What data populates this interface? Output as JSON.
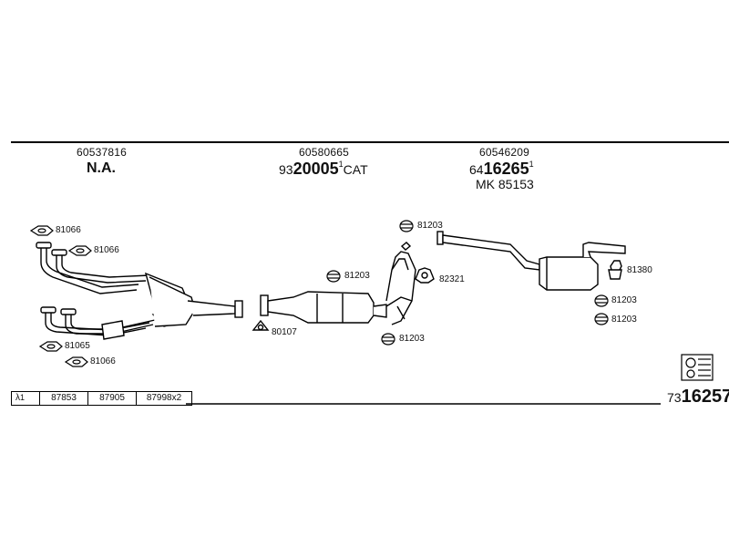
{
  "sections": [
    {
      "part_number": "60537816",
      "label": "N.A."
    },
    {
      "part_number": "60580665",
      "code_prefix": "93",
      "code_main": "20005",
      "code_sup": "1",
      "code_suffix": "CAT"
    },
    {
      "part_number": "60546209",
      "code_prefix": "64",
      "code_main": "16265",
      "code_sup": "1",
      "extra_label": "MK  85153"
    }
  ],
  "part_labels": {
    "gasket_a1": "81066",
    "gasket_a2": "81066",
    "gasket_b1": "81065",
    "gasket_b2": "81066",
    "gasket_cat": "80107",
    "clamp_top": "81203",
    "clamp_mid": "81203",
    "clamp_low": "81203",
    "bracket": "82321",
    "hanger_rear": "81380",
    "clamp_rear1": "81203",
    "clamp_rear2": "81203"
  },
  "bottom_table": {
    "symbol": "λ",
    "symbol_sup": "1",
    "cells": [
      "87853",
      "87905",
      "87998x2"
    ]
  },
  "reference": {
    "prefix": "73",
    "main": "16257"
  }
}
